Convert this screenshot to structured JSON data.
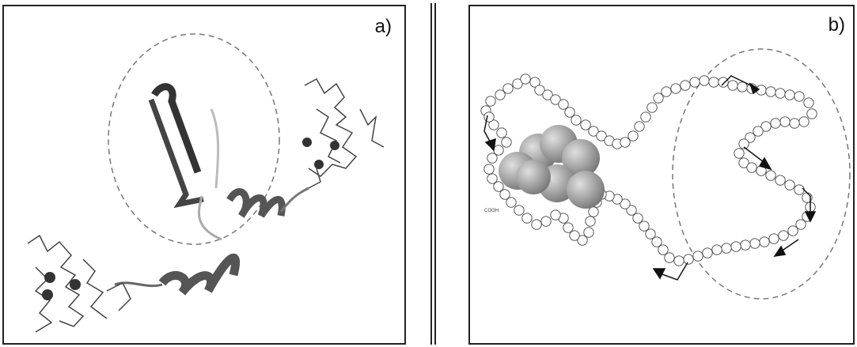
{
  "panels": [
    {
      "id": "a",
      "label": "a)"
    },
    {
      "id": "b",
      "label": "b)"
    }
  ],
  "colors": {
    "border": "#222222",
    "ribbon": "#555555",
    "sphere": "#999999",
    "dashed": "#777777"
  },
  "terminal_label": "COOH"
}
